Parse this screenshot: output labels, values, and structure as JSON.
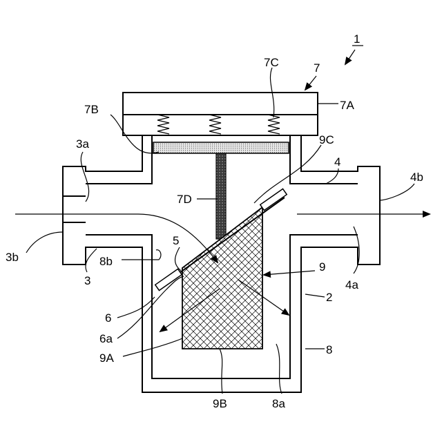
{
  "figure_label": "1",
  "labels": {
    "l7C": "7C",
    "l7": "7",
    "l7A": "7A",
    "l7B": "7B",
    "l3a": "3a",
    "l9C": "9C",
    "l4": "4",
    "l4b": "4b",
    "l7D": "7D",
    "l5": "5",
    "l3b": "3b",
    "l8b": "8b",
    "l3": "3",
    "l9": "9",
    "l4a": "4a",
    "l2": "2",
    "l6": "6",
    "l6a": "6a",
    "l9A": "9A",
    "l8": "8",
    "l9B": "9B",
    "l8a": "8a"
  },
  "colors": {
    "line": "#000000",
    "dotted_fill": "#cfcfcf",
    "rod": "#3a3a3a"
  }
}
